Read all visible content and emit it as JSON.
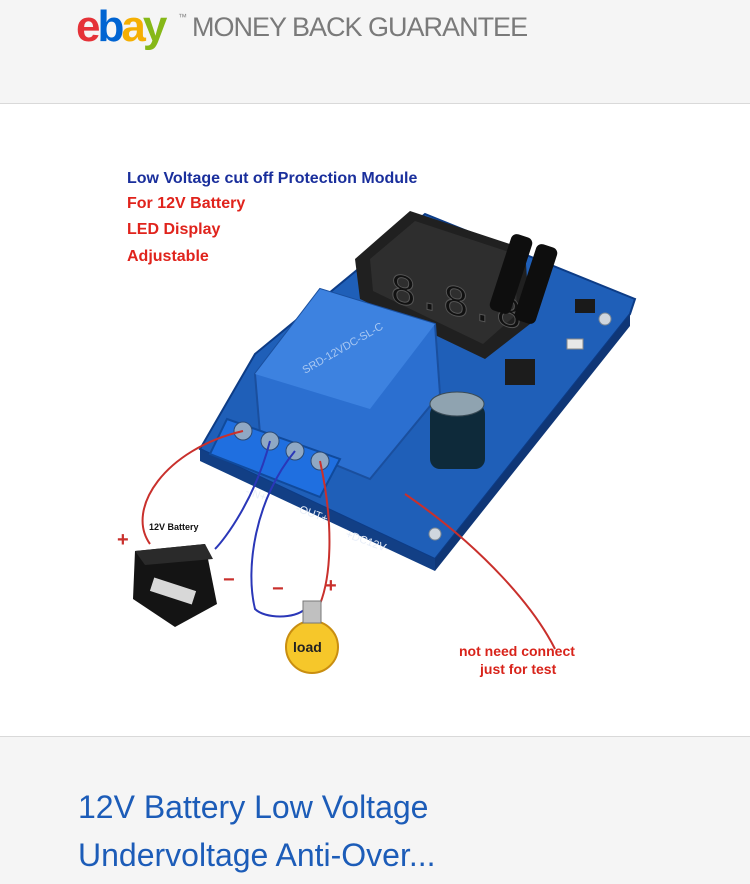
{
  "header": {
    "logo": {
      "letters": [
        "e",
        "b",
        "a",
        "y"
      ],
      "colors": [
        "#e53238",
        "#0064d2",
        "#f5af02",
        "#86b817"
      ]
    },
    "trademark": "™",
    "guarantee": "MONEY BACK GUARANTEE"
  },
  "product_image": {
    "heading": "Low Voltage cut off Protection Module",
    "lines": [
      "For 12V Battery",
      "LED Display",
      "Adjustable"
    ],
    "battery_label": "12V Battery",
    "load_label": "load",
    "plus": "+",
    "minus": "−",
    "note_line1": "not need connect",
    "note_line2": "just for test",
    "relay_text": "SRD-12VDC-SL-C",
    "terminal_in": "-IN+",
    "terminal_out": "-OUT+",
    "dc_label": "+DC12V-"
  },
  "listing": {
    "title_line1": "12V Battery Low Voltage",
    "title_line2": "Undervoltage Anti-Over..."
  },
  "colors": {
    "title": "#1c5cb8",
    "heading": "#1a2f9c",
    "red_text": "#e0231c"
  }
}
